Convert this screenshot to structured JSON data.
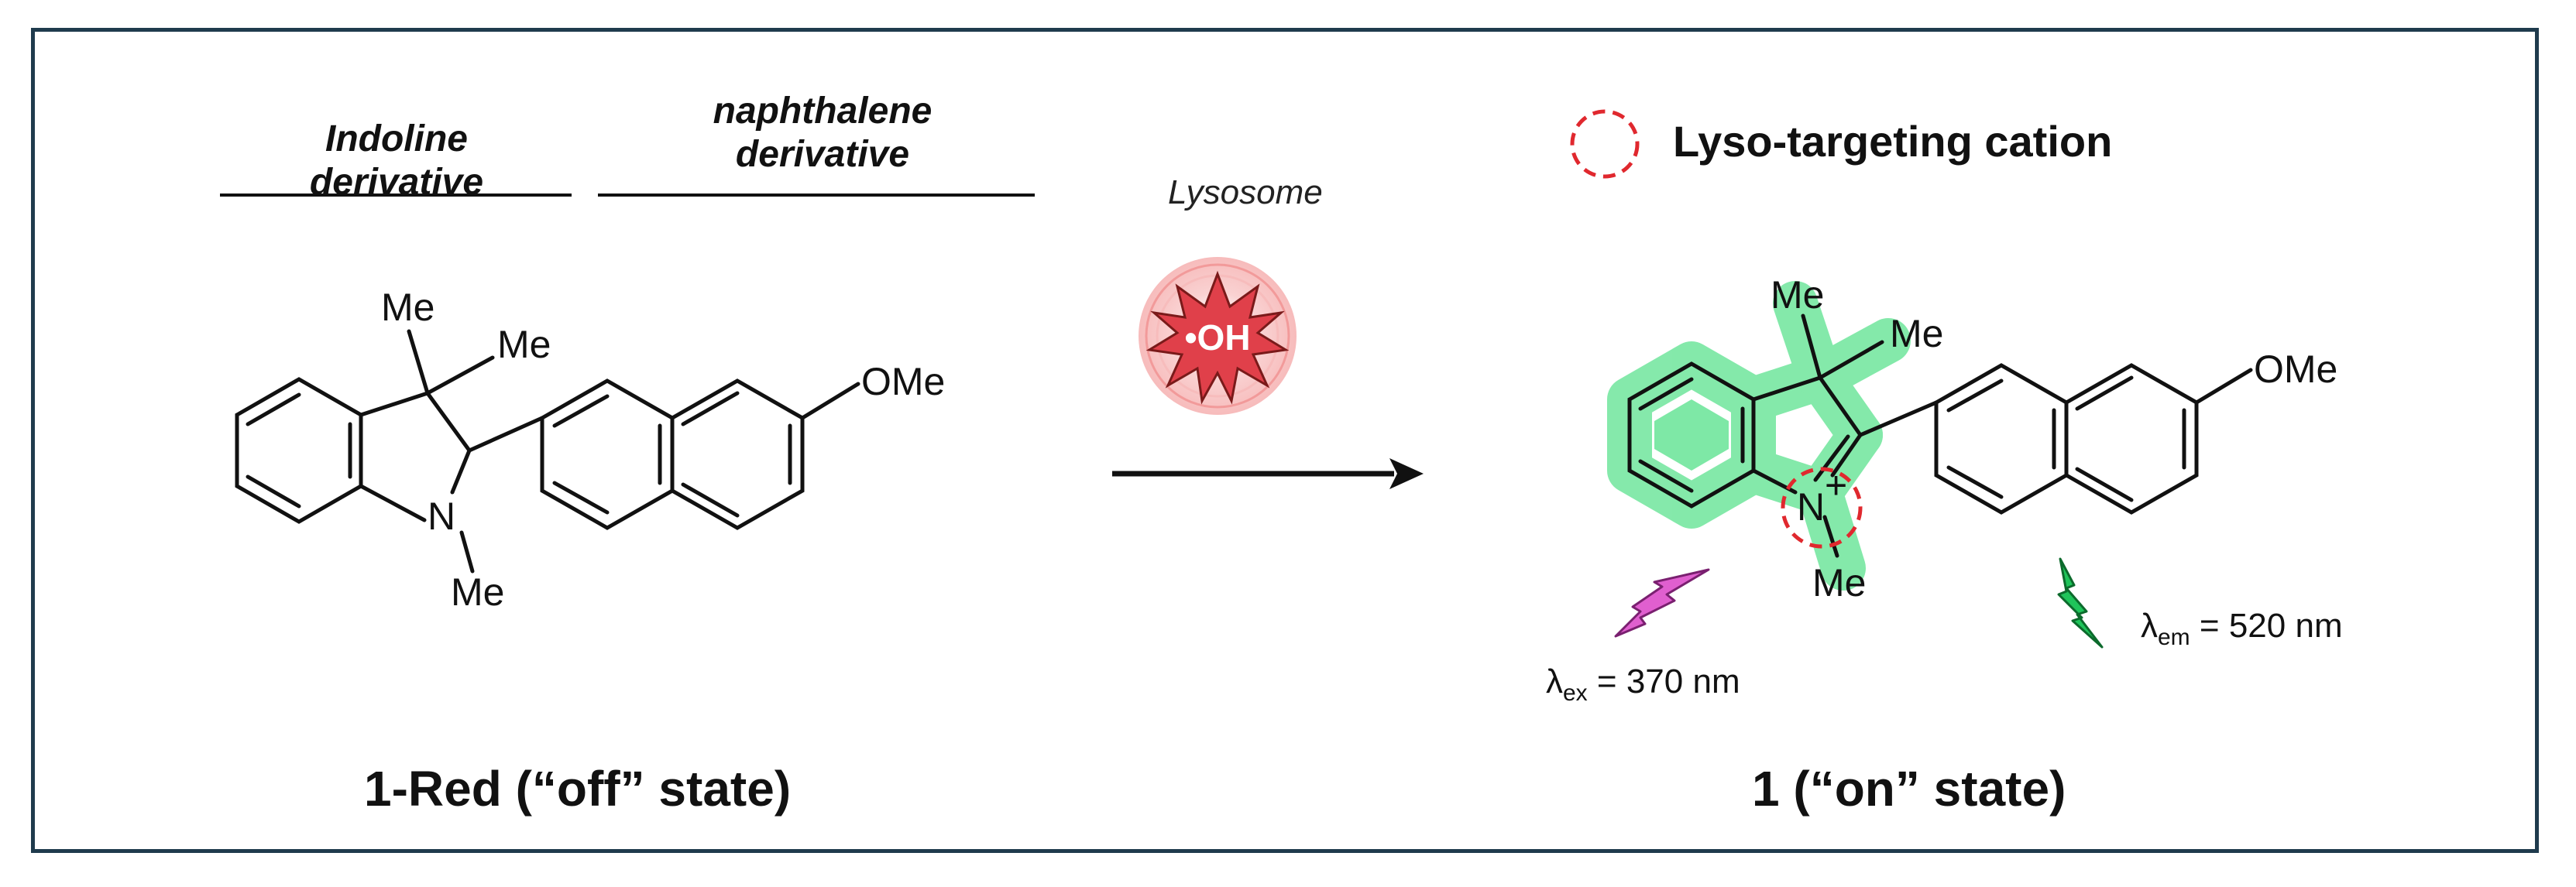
{
  "left": {
    "header_indoline_line1": "Indoline",
    "header_indoline_line2": "derivative",
    "header_naphthalene_line1": "naphthalene",
    "header_naphthalene_line2": "derivative",
    "atoms": {
      "me": "Me",
      "n": "N",
      "ome": "OMe"
    },
    "state_label": "1-Red (“off” state)"
  },
  "arrow": {
    "label": "Lysosome",
    "radical": "•OH"
  },
  "right": {
    "legend_label": "Lyso-targeting cation",
    "atoms": {
      "me": "Me",
      "n": "N",
      "plus": "+",
      "ome": "OMe"
    },
    "excitation": {
      "symbol": "λ",
      "sub": "ex",
      "value": " = 370 nm"
    },
    "emission": {
      "symbol": "λ",
      "sub": "em",
      "value": " = 520 nm"
    },
    "state_label": "1 (“on” state)"
  },
  "colors": {
    "frame": "#1f3b4d",
    "highlight": "#7ee8a6",
    "cation_circle": "#e0282e",
    "burst": "#e0404a",
    "excitation_bolt": "#e05fcf",
    "emission_bolt": "#1fc45a"
  }
}
